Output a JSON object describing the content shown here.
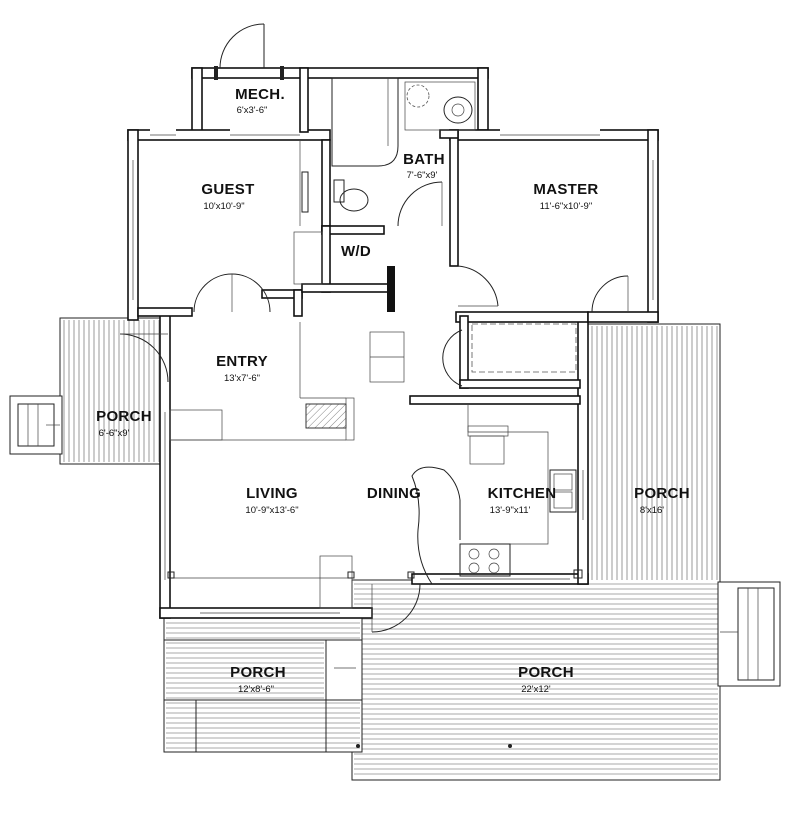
{
  "plan": {
    "rooms": [
      {
        "key": "mech",
        "name": "MECH.",
        "dims": "6'x3'-6\""
      },
      {
        "key": "bath",
        "name": "BATH",
        "dims": "7'-6\"x9'"
      },
      {
        "key": "guest",
        "name": "GUEST",
        "dims": "10'x10'-9\""
      },
      {
        "key": "master",
        "name": "MASTER",
        "dims": "11'-6\"x10'-9\""
      },
      {
        "key": "wd",
        "name": "W/D",
        "dims": ""
      },
      {
        "key": "entry",
        "name": "ENTRY",
        "dims": "13'x7'-6\""
      },
      {
        "key": "porch_w",
        "name": "PORCH",
        "dims": "6'-6\"x9'"
      },
      {
        "key": "living",
        "name": "LIVING",
        "dims": "10'-9\"x13'-6\""
      },
      {
        "key": "dining",
        "name": "DINING",
        "dims": ""
      },
      {
        "key": "kitchen",
        "name": "KITCHEN",
        "dims": "13'-9\"x11'"
      },
      {
        "key": "porch_e",
        "name": "PORCH",
        "dims": "8'x16'"
      },
      {
        "key": "porch_sw",
        "name": "PORCH",
        "dims": "12'x8'-6\""
      },
      {
        "key": "porch_s",
        "name": "PORCH",
        "dims": "22'x12'"
      }
    ]
  }
}
